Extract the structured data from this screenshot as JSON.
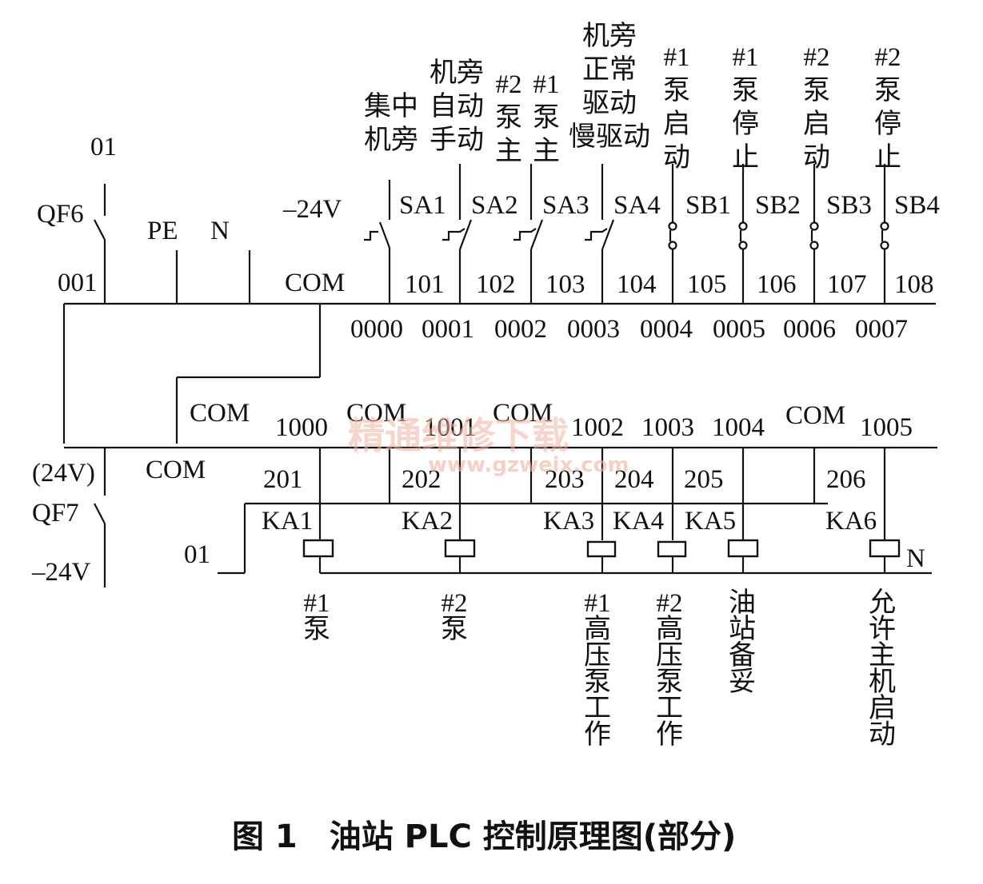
{
  "caption": "图 1　油站 PLC 控制原理图(部分)",
  "watermark": {
    "cn": "精通维修下载",
    "url": "www.gzweix.com"
  },
  "supply": {
    "label_01_top": "01",
    "qf6": "QF6",
    "pe": "PE",
    "n": "N",
    "minus24v_top": "–24V",
    "com_input": "COM",
    "label_001": "001",
    "com_left": "COM",
    "com_bottom": "COM",
    "v24": "(24V)",
    "qf7": "QF7",
    "minus24v_bottom": "–24V",
    "label_01_bottom": "01",
    "n_right": "N"
  },
  "inputs": [
    {
      "desc": [
        "集中",
        "机旁"
      ],
      "tag": "SA1",
      "wire": "101",
      "addr": "0000"
    },
    {
      "desc": [
        "机旁",
        "自动",
        "手动"
      ],
      "tag": "SA2",
      "wire": "102",
      "addr": "0001"
    },
    {
      "desc": [
        "#2",
        "泵",
        "主"
      ],
      "tag": "SA3",
      "wire": "103",
      "addr": "0002"
    },
    {
      "desc": [
        "#1",
        "泵",
        "主"
      ],
      "tag": "SA4",
      "wire": "104",
      "addr": "0003"
    },
    {
      "desc": [
        "机旁",
        "正常",
        "驱动",
        "慢驱动"
      ],
      "tag": "SB1",
      "wire": "105",
      "addr": "0004"
    },
    {
      "desc": [
        "#1",
        "泵",
        "启",
        "动"
      ],
      "tag": "SB2",
      "wire": "106",
      "addr": "0005"
    },
    {
      "desc": [
        "#1",
        "泵",
        "停",
        "止"
      ],
      "tag": "SB3",
      "wire": "107",
      "addr": "0006"
    },
    {
      "desc": [
        "#2",
        "泵",
        "启",
        "动"
      ],
      "tag": "SB4",
      "wire": "108",
      "addr": "0007"
    },
    {
      "desc": [
        "#2",
        "泵",
        "停",
        "止"
      ]
    }
  ],
  "outputs": {
    "addrs": [
      "1000",
      "1001",
      "1002",
      "1003",
      "1004",
      "1005"
    ],
    "coms": [
      "COM",
      "COM",
      "COM"
    ],
    "wires": [
      "201",
      "202",
      "203",
      "204",
      "205",
      "206"
    ],
    "relays": [
      {
        "tag": "KA1",
        "desc": [
          "#1",
          "泵"
        ]
      },
      {
        "tag": "KA2",
        "desc": [
          "#2",
          "泵"
        ]
      },
      {
        "tag": "KA3",
        "desc": [
          "#1",
          "高",
          "压",
          "泵",
          "工",
          "作"
        ]
      },
      {
        "tag": "KA4",
        "desc": [
          "#2",
          "高",
          "压",
          "泵",
          "工",
          "作"
        ]
      },
      {
        "tag": "KA5",
        "desc": [
          "油",
          "站",
          "备",
          "妥"
        ]
      },
      {
        "tag": "KA6",
        "desc": [
          "允",
          "许",
          "主",
          "机",
          "启",
          "动"
        ]
      }
    ]
  }
}
